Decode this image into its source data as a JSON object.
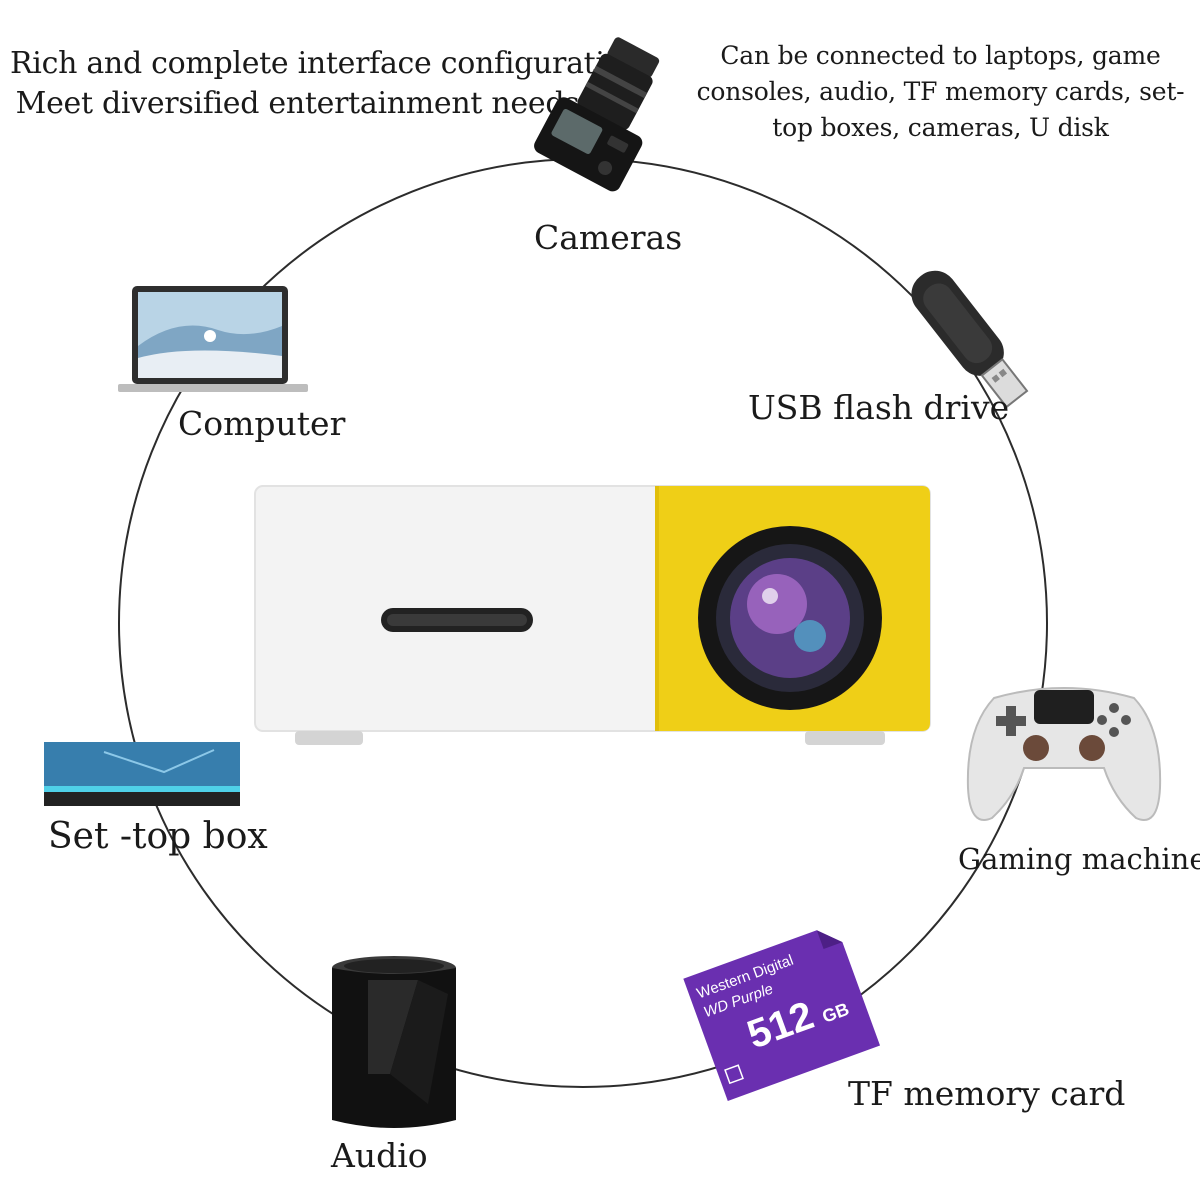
{
  "headline": {
    "line1": "Rich and complete interface configuration",
    "line2": "Meet diversified entertainment needs"
  },
  "note": {
    "text": "Can be connected to laptops, game consoles, audio, TF memory cards, set-top boxes, cameras, U disk"
  },
  "devices": {
    "cameras": {
      "label": "Cameras",
      "icon": "camera-icon"
    },
    "usb": {
      "label": "USB flash drive",
      "icon": "usb-drive-icon"
    },
    "computer": {
      "label": "Computer",
      "icon": "laptop-icon"
    },
    "settop": {
      "label": "Set -top box",
      "icon": "set-top-box-icon"
    },
    "gaming": {
      "label": "Gaming machine",
      "icon": "gamepad-icon"
    },
    "tf": {
      "label": "TF memory card",
      "icon": "sd-card-icon",
      "card_brand": "Western Digital",
      "card_line": "WD Purple",
      "card_capacity": "512",
      "card_unit": "GB"
    },
    "audio": {
      "label": "Audio",
      "icon": "speaker-icon"
    }
  },
  "colors": {
    "ring": "#2c2c2c",
    "projector_yellow": "#f0d21c",
    "projector_white": "#f4f4f4",
    "card_purple": "#6a2fb0"
  }
}
